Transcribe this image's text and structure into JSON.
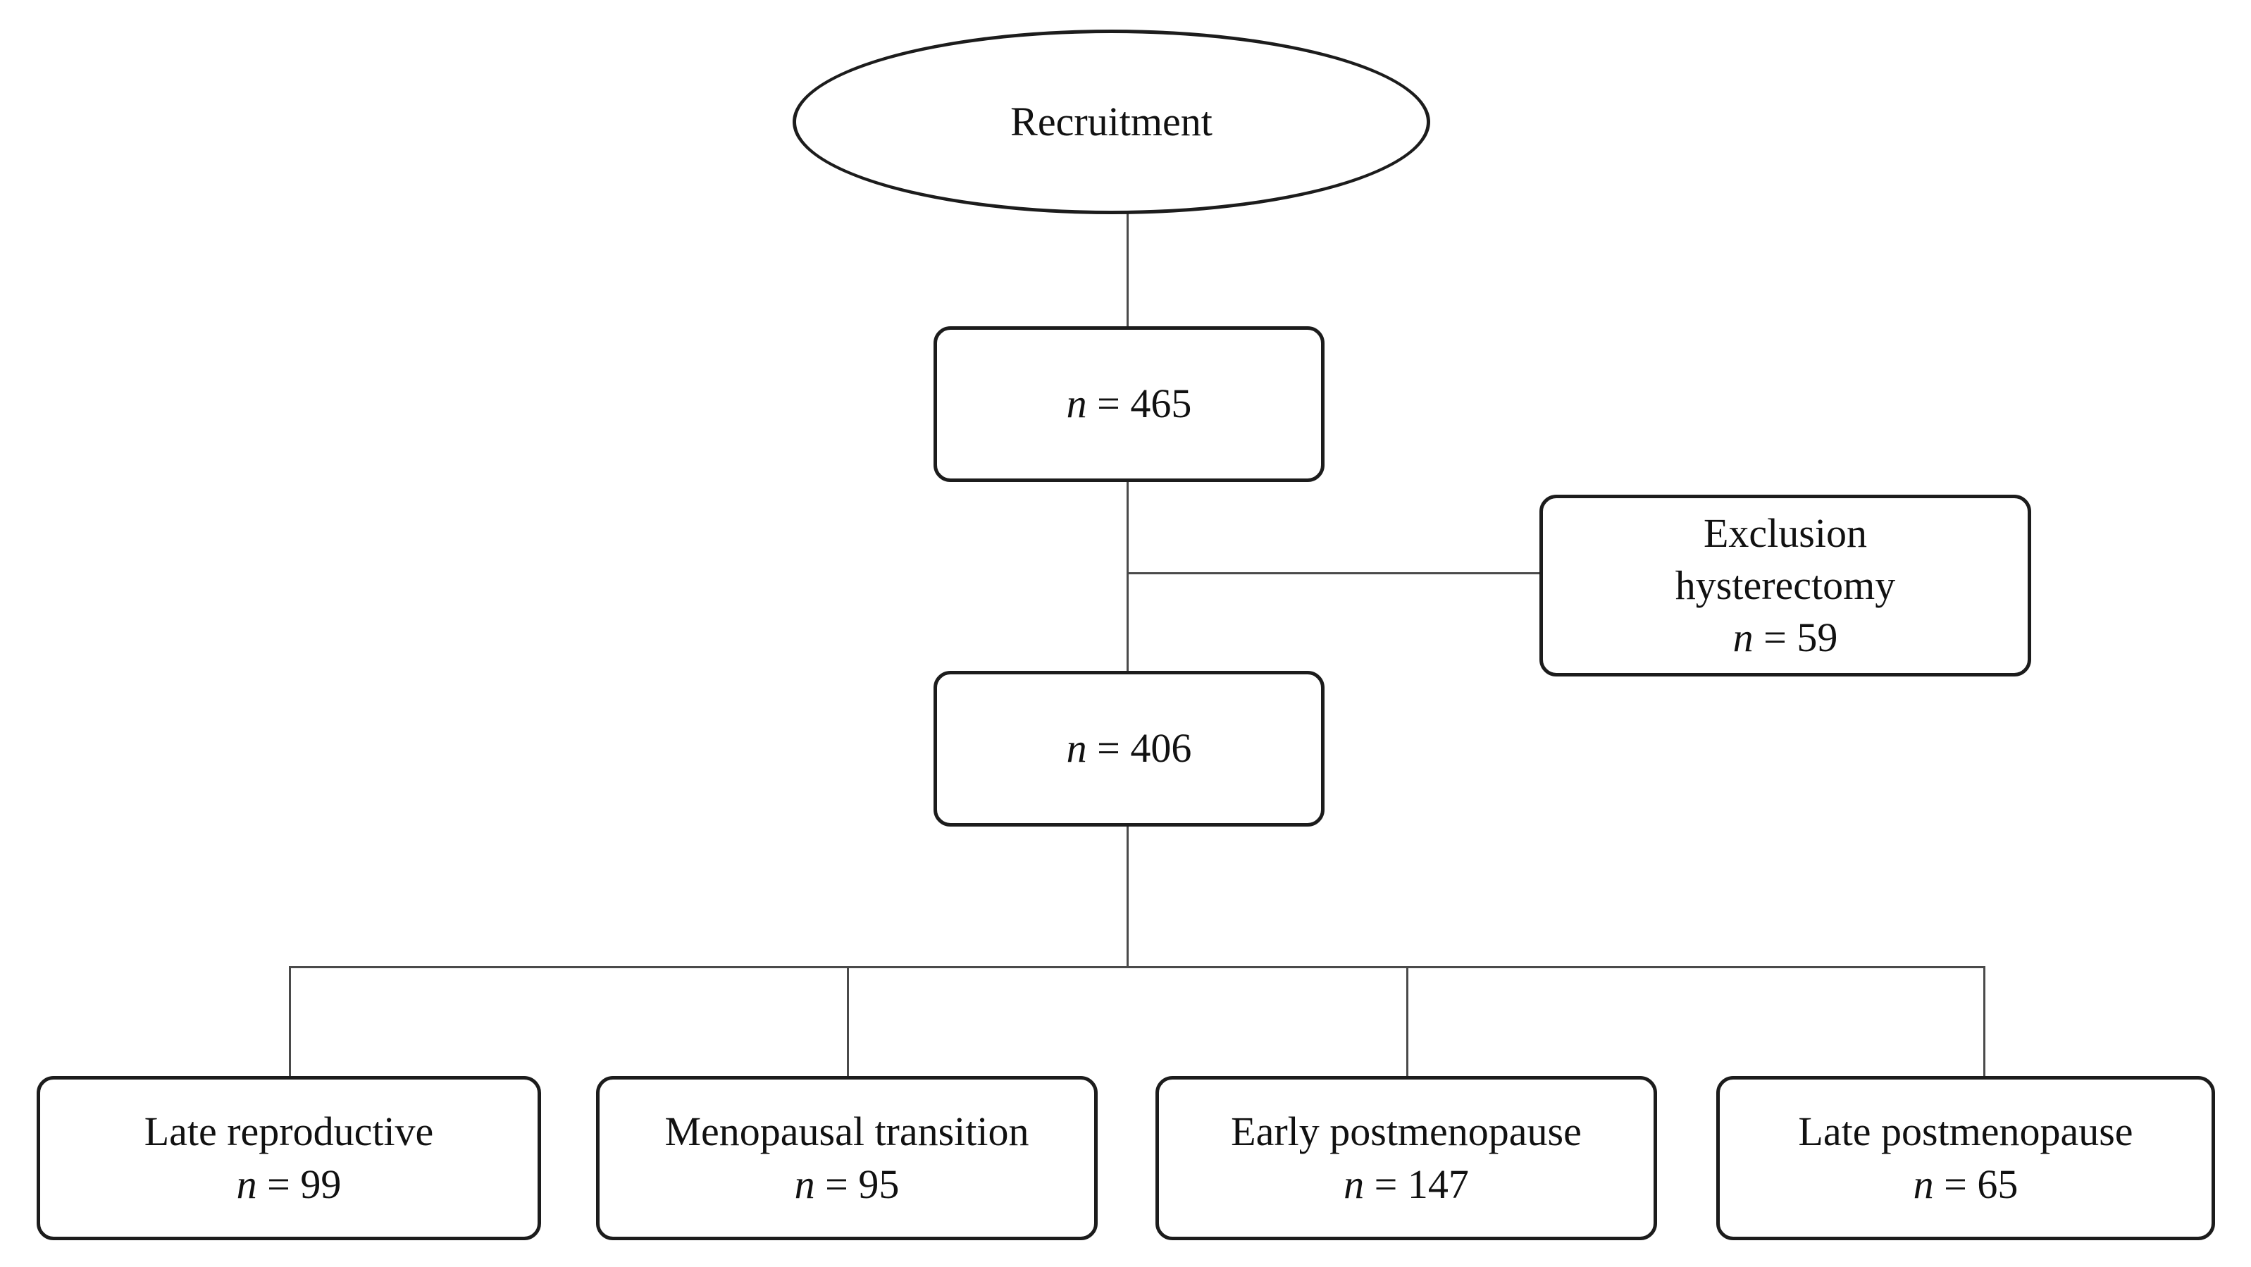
{
  "diagram_type": "flowchart",
  "flow": {
    "recruitment": {
      "label": "Recruitment"
    },
    "enrolled": {
      "n_var": "n",
      "n_rest": " = 465"
    },
    "exclusion": {
      "line1": "Exclusion",
      "line2": "hysterectomy",
      "n_var": "n",
      "n_rest": " = 59"
    },
    "after_exclusion": {
      "n_var": "n",
      "n_rest": " = 406"
    },
    "groups": [
      {
        "label": "Late reproductive",
        "n_var": "n",
        "n_rest": " = 99"
      },
      {
        "label": "Menopausal transition",
        "n_var": "n",
        "n_rest": " = 95"
      },
      {
        "label": "Early postmenopause",
        "n_var": "n",
        "n_rest": " = 147"
      },
      {
        "label": "Late postmenopause",
        "n_var": "n",
        "n_rest": " = 65"
      }
    ]
  },
  "colors": {
    "background": "#ffffff",
    "box_border": "#1c1c1c",
    "connector": "#4a4a4a",
    "text": "#111111"
  }
}
